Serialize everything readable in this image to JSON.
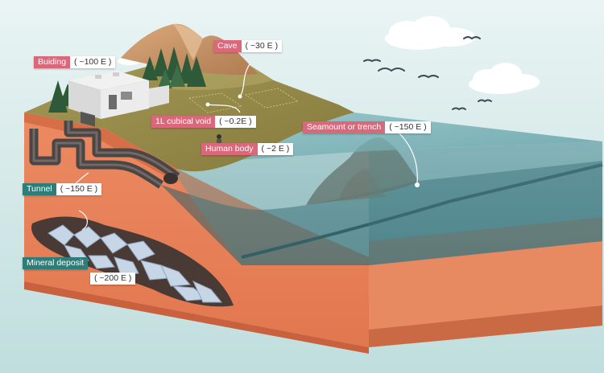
{
  "colors": {
    "sky_top": "#e8f3f3",
    "sky_bottom": "#c6e2e2",
    "earth_side": "#e9825d",
    "earth_dark": "#c9603e",
    "grass": "#9a8e4c",
    "grass_dark": "#7a7035",
    "water_top": "#6aa9b0",
    "water_side": "#4d8f98",
    "label_rose": "#d9687a",
    "label_teal": "#2f7d78"
  },
  "labels": {
    "building": {
      "name": "Buiding",
      "value": "( ~100 E )"
    },
    "cave": {
      "name": "Cave",
      "value": "( ~30 E )"
    },
    "void": {
      "name": "1L cubical void",
      "value": "( ~0.2E )"
    },
    "human": {
      "name": "Human body",
      "value": "( ~2 E )"
    },
    "seamount": {
      "name": "Seamount or trench",
      "value": "( ~150 E )"
    },
    "tunnel": {
      "name": "Tunnel",
      "value": "( ~150 E )"
    },
    "mineral": {
      "name": "Mineral deposit",
      "value": "( ~200 E )"
    }
  }
}
